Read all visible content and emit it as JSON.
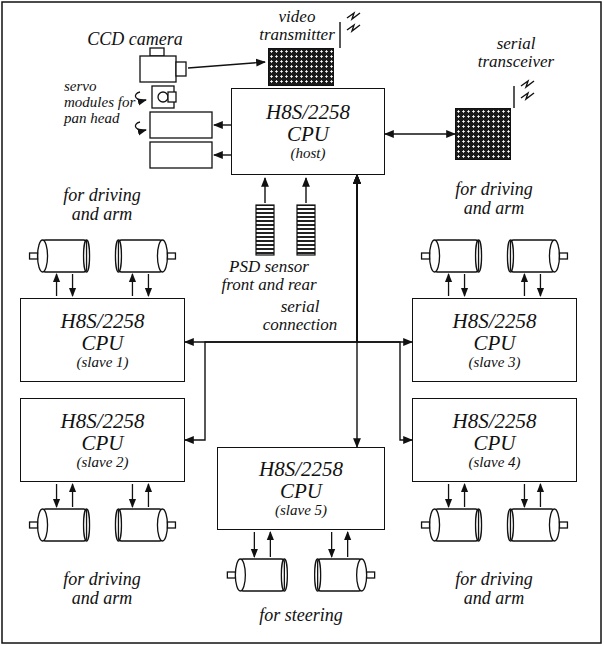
{
  "diagram": {
    "nodes": [
      {
        "text": [
          "video transmitter"
        ]
      },
      {
        "text": [
          "serial transceiver"
        ]
      },
      {
        "text": [
          "H8S/2258",
          "CPU",
          "(host)"
        ]
      },
      {
        "text": [
          "H8S/2258",
          "CPU",
          "(slave 1)"
        ]
      },
      {
        "text": [
          "H8S/2258",
          "CPU",
          "(slave 3)"
        ]
      },
      {
        "text": [
          "H8S/2258",
          "CPU",
          "(slave 2)"
        ]
      },
      {
        "text": [
          "H8S/2258",
          "CPU",
          "(slave 5)"
        ]
      },
      {
        "text": [
          "H8S/2258",
          "CPU",
          "(slave 4)"
        ]
      }
    ],
    "edges": [
      {
        "from": 2,
        "to": 1,
        "arrow": "both"
      },
      {
        "from": 2,
        "to": 3,
        "arrow": "both"
      },
      {
        "from": 2,
        "to": 4,
        "arrow": "both"
      },
      {
        "from": 2,
        "to": 5,
        "arrow": "both"
      },
      {
        "from": 2,
        "to": 6,
        "arrow": "both"
      },
      {
        "from": 2,
        "to": 7,
        "arrow": "both"
      }
    ],
    "labels": [
      "CCD camera",
      "servo modules for pan head",
      "for driving and arm",
      "for driving and arm",
      "PSD sensor front and rear",
      "serial connection",
      "for driving and arm",
      "for driving and arm",
      "for steering"
    ]
  }
}
